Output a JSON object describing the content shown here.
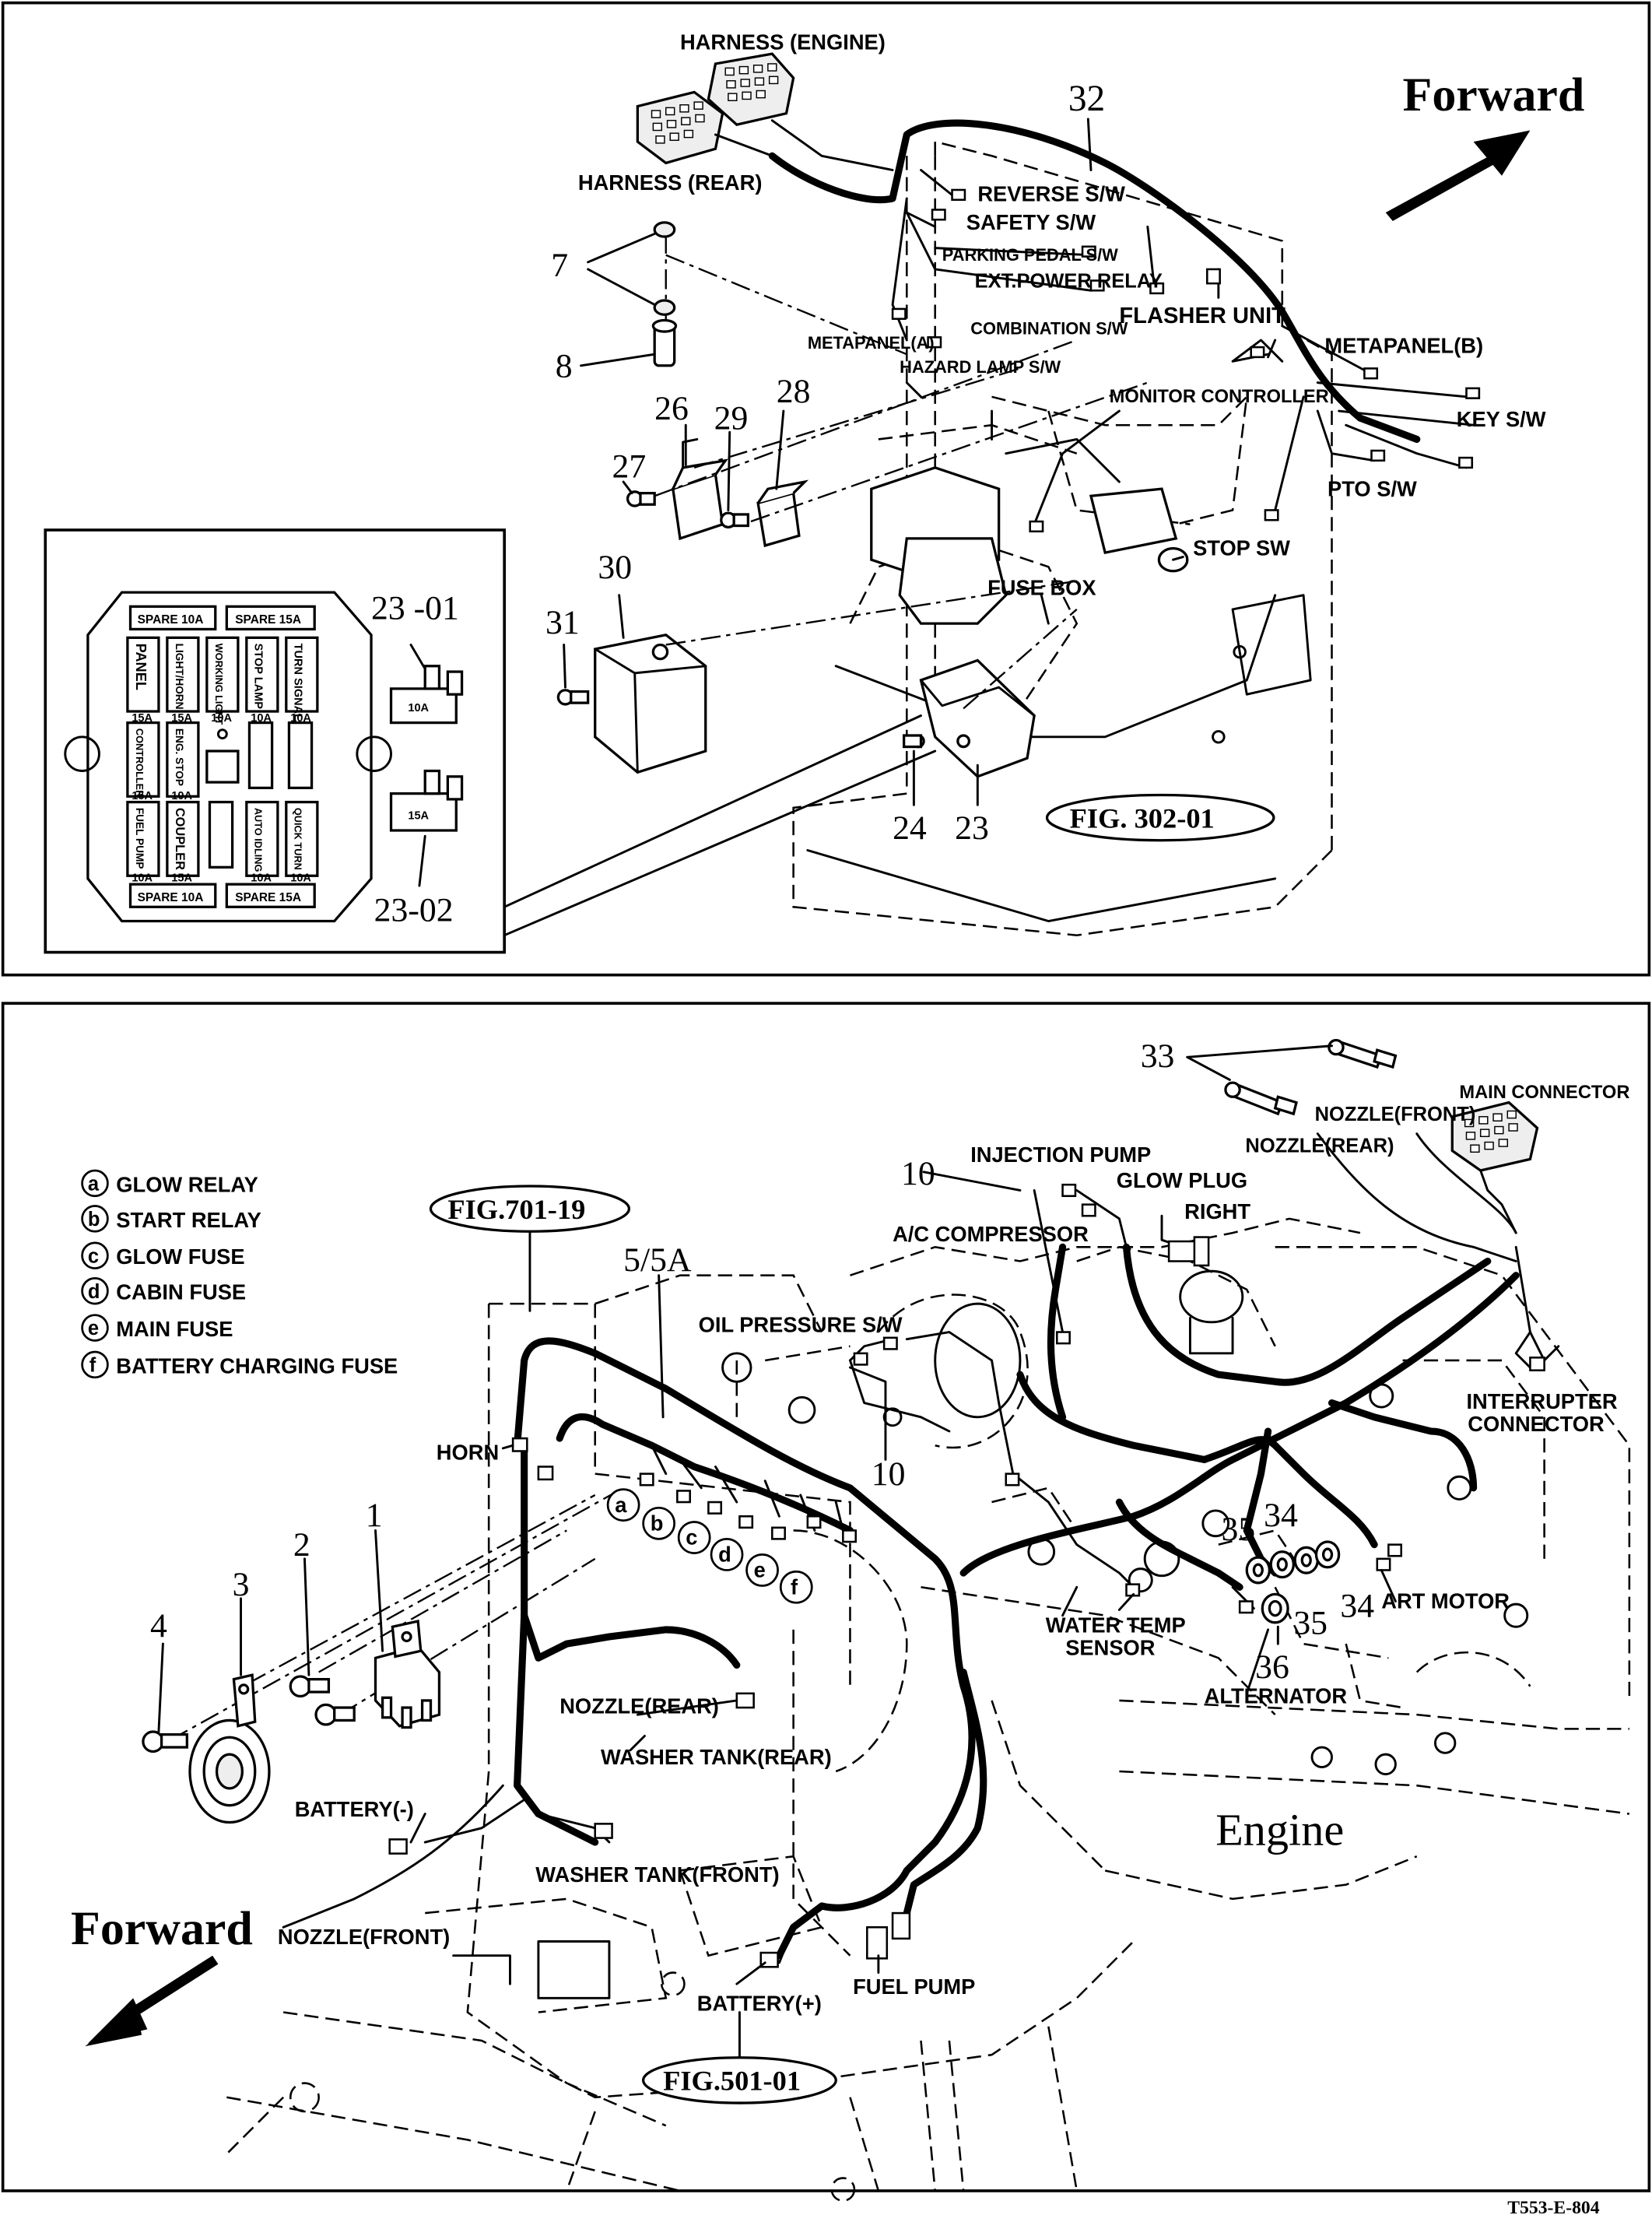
{
  "top": {
    "harness_engine": "HARNESS (ENGINE)",
    "harness_rear": "HARNESS (REAR)",
    "forward": "Forward",
    "labels": {
      "reverse_sw": "REVERSE S/W",
      "safety_sw": "SAFETY S/W",
      "parking_pedal_sw": "PARKING PEDAL S/W",
      "ext_power_relay": "EXT.POWER RELAY",
      "flasher_unit": "FLASHER UNIT",
      "metapanel_a": "METAPANEL(A)",
      "combination_sw": "COMBINATION  S/W",
      "metapanel_b": "METAPANEL(B)",
      "hazard_lamp_sw": "HAZARD LAMP  S/W",
      "monitor_controller": "MONITOR CONTROLLER",
      "key_sw": "KEY S/W",
      "pto_sw": "PTO S/W",
      "stop_sw": "STOP SW",
      "fuse_box": "FUSE BOX"
    },
    "callouts": {
      "n32": "32",
      "n7": "7",
      "n8": "8",
      "n26": "26",
      "n27": "27",
      "n28": "28",
      "n29": "29",
      "n30": "30",
      "n31": "31",
      "n24": "24",
      "n23": "23",
      "n23_01": "23 -01",
      "n23_02": "23-02"
    },
    "fig_ref": "FIG. 302-01",
    "fusebox": {
      "spare_10a": "SPARE 10A",
      "spare_15a": "SPARE 15A",
      "fuses": [
        {
          "name": "PANEL",
          "rating": "15A"
        },
        {
          "name": "LIGHT/HORN",
          "rating": "15A"
        },
        {
          "name": "WORKING LIGHT",
          "rating": "10A"
        },
        {
          "name": "STOP LAMP",
          "rating": "10A"
        },
        {
          "name": "TURN SIGNAL",
          "rating": "10A"
        },
        {
          "name": "CONTROLLER",
          "rating": "15A"
        },
        {
          "name": "ENG. STOP",
          "rating": "10A"
        },
        {
          "name": "FUEL PUMP",
          "rating": "10A"
        },
        {
          "name": "COUPLER",
          "rating": "15A"
        },
        {
          "name": "AUTO IDLING",
          "rating": "10A"
        },
        {
          "name": "QUICK TURN",
          "rating": "10A"
        }
      ],
      "fuse_10a": "10A",
      "fuse_15a": "15A"
    }
  },
  "bottom": {
    "legend": [
      {
        "letter": "a",
        "label": "GLOW RELAY"
      },
      {
        "letter": "b",
        "label": "START RELAY"
      },
      {
        "letter": "c",
        "label": "GLOW FUSE"
      },
      {
        "letter": "d",
        "label": "CABIN FUSE"
      },
      {
        "letter": "e",
        "label": "MAIN FUSE"
      },
      {
        "letter": "f",
        "label": "BATTERY CHARGING FUSE"
      }
    ],
    "fig_701": "FIG.701-19",
    "fig_501": "FIG.501-01",
    "forward": "Forward",
    "engine": "Engine",
    "labels": {
      "injection_pump": "INJECTION PUMP",
      "glow_plug": "GLOW PLUG",
      "right": "RIGHT",
      "ac_compressor": "A/C COMPRESSOR",
      "nozzle_front_top": "NOZZLE(FRONT)",
      "nozzle_rear_top": "NOZZLE(REAR)",
      "main_connector": "MAIN CONNECTOR",
      "oil_pressure_sw": "OIL PRESSURE S/W",
      "interrupter": "INTERRUPTER",
      "connector": "CONNECTOR",
      "horn": "HORN",
      "water_temp": "WATER TEMP",
      "sensor": "SENSOR",
      "start_motor": "ART MOTOR",
      "alternator": "ALTERNATOR",
      "nozzle_rear": "NOZZLE(REAR)",
      "washer_tank_rear": "WASHER TANK(REAR)",
      "battery_neg": "BATTERY(-)",
      "washer_tank_front": "WASHER TANK(FRONT)",
      "nozzle_front": "NOZZLE(FRONT)",
      "battery_pos": "BATTERY(+)",
      "fuel_pump": "FUEL PUMP"
    },
    "callouts": {
      "n33": "33",
      "n10a": "10",
      "n10b": "10",
      "n5": "5/5A",
      "n1": "1",
      "n2": "2",
      "n3": "3",
      "n4": "4",
      "n35a": "35",
      "n34a": "34",
      "n35b": "35",
      "n34b": "34",
      "n36": "36"
    }
  },
  "footer_code": "T553-E-804"
}
